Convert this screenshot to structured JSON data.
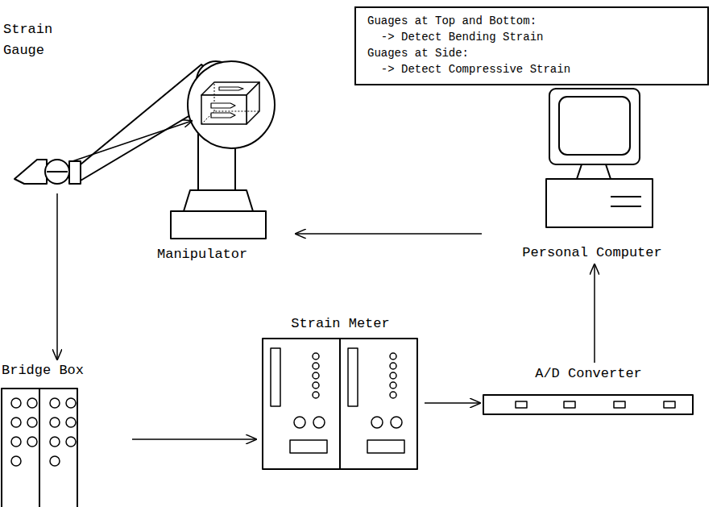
{
  "diagram": {
    "nodes": [
      {
        "text": [
          "Guages at Top and Bottom:",
          "-> Detect Bending Strain",
          "Guages at Side:",
          "-> Detect Compressive Strain"
        ]
      },
      {
        "text": [
          "Strain Gauge"
        ]
      },
      {
        "text": [
          "Manipulator"
        ]
      },
      {
        "text": [
          "Personal Computer"
        ]
      },
      {
        "text": [
          "Bridge Box"
        ]
      },
      {
        "text": [
          "Strain Meter"
        ]
      },
      {
        "text": [
          "A/D Converter"
        ]
      }
    ],
    "edges": [
      {
        "from": 1,
        "to": 4,
        "arrow": "to"
      },
      {
        "from": 4,
        "to": 5,
        "arrow": "to"
      },
      {
        "from": 5,
        "to": 6,
        "arrow": "to"
      },
      {
        "from": 6,
        "to": 3,
        "arrow": "to"
      },
      {
        "from": 3,
        "to": 2,
        "arrow": "to"
      }
    ]
  }
}
